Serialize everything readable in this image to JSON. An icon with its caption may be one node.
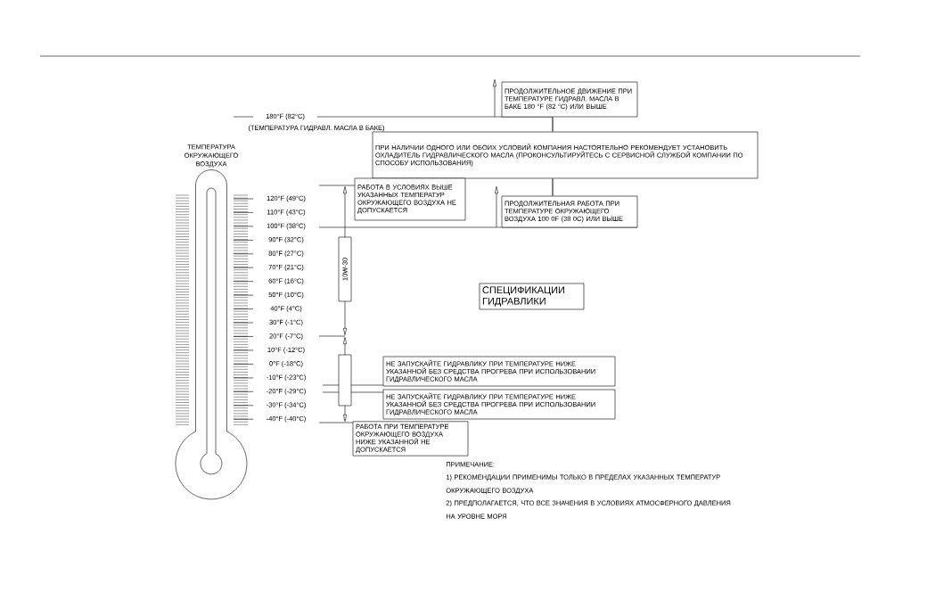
{
  "diagram": {
    "nodes": [
      {
        "text": [
          "ПРОДОЛЖИТЕЛЬНОЕ ДВИЖЕНИЕ ПРИ ТЕМПЕРАТУРЕ ГИДРАВЛ. МАСЛА В БАКЕ 180 °F (82 °C) ИЛИ ВЫШЕ"
        ]
      },
      {
        "text": [
          "ПРИ НАЛИЧИИ ОДНОГО ИЛИ ОБОИХ УСЛОВИЙ КОМПАНИЯ НАСТОЯТЕЛЬНО РЕКОМЕНДУЕТ УСТАНОВИТЬ ОХЛАДИТЕЛЬ ГИДРАВЛИЧЕСКОГО МАСЛА (ПРОКОНСУЛЬТИРУЙТЕСЬ С СЕРВИСНОЙ СЛУЖБОЙ КОМПАНИИ ПО СПОСОБУ ИСПОЛЬЗОВАНИЯ)"
        ]
      },
      {
        "text": [
          "ПРОДОЛЖИТЕЛЬНАЯ РАБОТА ПРИ ТЕМПЕРАТУРЕ ОКРУЖАЮЩЕГО ВОЗДУХА 100 0F (38 0C) ИЛИ ВЫШЕ"
        ]
      },
      {
        "text": [
          "РАБОТА В УСЛОВИЯХ ВЫШЕ УКАЗАННЫХ ТЕМПЕРАТУР ОКРУЖАЮЩЕГО ВОЗДУХА НЕ ДОПУСКАЕТСЯ"
        ]
      },
      {
        "text": [
          "СПЕЦИФИКАЦИИ ГИДРАВЛИКИ"
        ]
      },
      {
        "text": [
          "10W-30"
        ]
      },
      {
        "text": [],
        "shape": "bar"
      },
      {
        "text": [
          "НЕ ЗАПУСКАЙТЕ ГИДРАВЛИКУ ПРИ ТЕМПЕРАТУРЕ НИЖЕ УКАЗАННОЙ БЕЗ СРЕДСТВА ПРОГРЕВА ПРИ ИСПОЛЬЗОВАНИИ ГИДРАВЛИЧЕСКОГО МАСЛА"
        ]
      },
      {
        "text": [
          "НЕ ЗАПУСКАЙТЕ ГИДРАВЛИКУ ПРИ ТЕМПЕРАТУРЕ НИЖЕ УКАЗАННОЙ БЕЗ СРЕДСТВА ПРОГРЕВА ПРИ ИСПОЛЬЗОВАНИИ ГИДРАВЛИЧЕСКОГО МАСЛА"
        ]
      },
      {
        "text": [
          "РАБОТА ПРИ ТЕМПЕРАТУРЕ ОКРУЖАЮЩЕГО ВОЗДУХА НИЖЕ УКАЗАННОЙ НЕ ДОПУСКАЕТСЯ"
        ]
      }
    ],
    "edges": [
      {
        "from": 0,
        "to": 1,
        "arrow": "none"
      },
      {
        "from": 1,
        "to": 2,
        "arrow": "none"
      }
    ],
    "labels": [
      "180°F (82°C)",
      "(ТЕМПЕРАТУРА ГИДРАВЛ. МАСЛА В БАКЕ)",
      "ТЕМПЕРАТУРА ОКРУЖАЮЩЕГО ВОЗДУХА",
      "120°F (49°C)",
      "110°F (43°C)",
      "100°F (38°C)",
      "90°F (32°C)",
      "80°F (27°C)",
      "70°F (21°C)",
      "60°F (16°C)",
      "50°F (10°C)",
      "40°F (4°C)",
      "30°F (-1°C)",
      "20°F (-7°C)",
      "10°F (-12°C)",
      "0°F (-18°C)",
      "-10°F (-23°C)",
      "-20°F (-29°C)",
      "-30°F (-34°C)",
      "-40°F (-40°C)",
      "ПРИМЕЧАНИЕ:",
      "1) РЕКОМЕНДАЦИИ ПРИМЕНИМЫ ТОЛЬКО В ПРЕДЕЛАХ УКАЗАННЫХ ТЕМПЕРАТУР ОКРУЖАЮЩЕГО ВОЗДУХА",
      "2) ПРЕДПОЛАГАЕТСЯ, ЧТО ВСЕ ЗНАЧЕНИЯ В УСЛОВИЯХ АТМОСФЕРНОГО ДАВЛЕНИЯ НА УРОВНЕ МОРЯ"
    ]
  }
}
